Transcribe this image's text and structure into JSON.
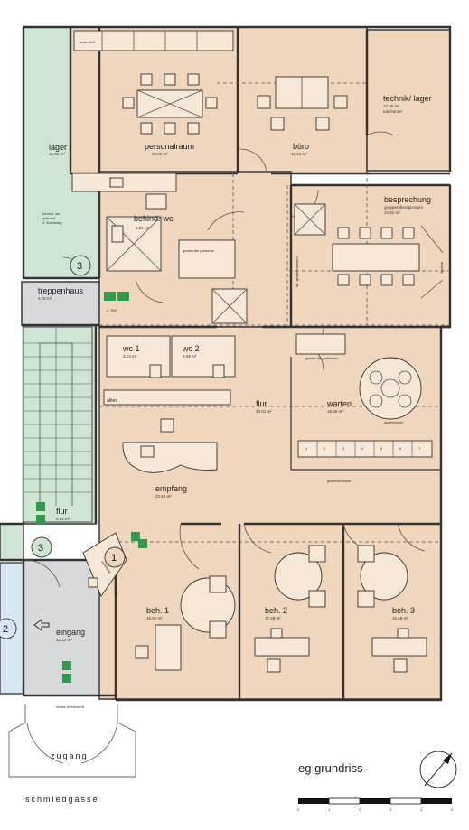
{
  "title": "eg grundriss",
  "street": "schmiedgasse",
  "entrance_path": "zugang",
  "scale_labels": [
    "0",
    "1",
    "2",
    "3",
    "4",
    "5"
  ],
  "rooms": {
    "putzmittel": {
      "name": "putzmittel"
    },
    "personalraum": {
      "name": "personalraum",
      "area": "28.06 m²"
    },
    "buero": {
      "name": "büro",
      "area": "19.21 m²"
    },
    "technik": {
      "name": "technik/ lager",
      "area": "12.06 m²",
      "note": "edv/server"
    },
    "lager": {
      "name": "lager",
      "area": "15.95 m²"
    },
    "behind_wc": {
      "name": "behind.-wc",
      "area": "5.81 m²"
    },
    "garderobe_personal": {
      "name": "garderobe personal"
    },
    "besprechung": {
      "name": "besprechung",
      "sub": "gruppentherapieraum",
      "area": "22.81 m²"
    },
    "glasbrennwand": {
      "name": "alt. glasbrennwand"
    },
    "display_top": {
      "name": "display"
    },
    "treppenhaus": {
      "name": "treppenhaus",
      "area": "4.76 m²"
    },
    "wc1": {
      "name": "wc 1",
      "area": "3.13 m²"
    },
    "wc2": {
      "name": "wc 2",
      "area": "3.09 m²"
    },
    "garderobe_patienten": {
      "name": "garderobe patienten"
    },
    "display_mid": {
      "name": "display"
    },
    "flur": {
      "name": "flur",
      "area": "30.01 m²"
    },
    "warten": {
      "name": "warten",
      "area": "19.36 m²"
    },
    "spielbereich": {
      "name": "spielbereich"
    },
    "glastrennwand": {
      "name": "glastrennwand"
    },
    "akten": {
      "name": "akten"
    },
    "empfang": {
      "name": "empfang",
      "area": "22.63 m²"
    },
    "flur_side": {
      "name": "flur",
      "area": "8.93 m²"
    },
    "beh1": {
      "name": "beh. 1",
      "area": "16.91 m²"
    },
    "beh2": {
      "name": "beh. 2",
      "area": "17.29 m²"
    },
    "beh3": {
      "name": "beh. 3",
      "area": "16.48 m²"
    },
    "eingang": {
      "name": "eingang",
      "area": "12.12 m²"
    },
    "windfang": {
      "name": "windfang"
    },
    "tuerelement": {
      "name": "neues türelement"
    },
    "rw": {
      "name": "2. RW"
    },
    "behind_note": {
      "line1": "behind. wc",
      "line2": "optional",
      "line3": "2. fluchtweg"
    }
  },
  "markers": [
    "3",
    "3",
    "2",
    "1"
  ],
  "bench_seats": [
    "1",
    "2",
    "3",
    "4",
    "5",
    "6",
    "7"
  ]
}
